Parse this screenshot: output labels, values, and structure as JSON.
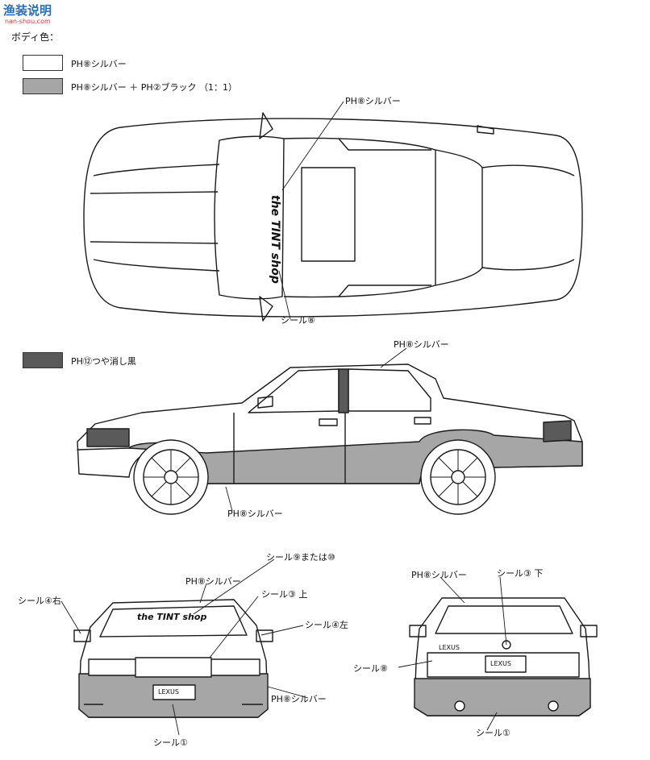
{
  "watermark": {
    "title": "渔装说明",
    "url": "nan-shou.com"
  },
  "header": {
    "body_color": "ボディ色："
  },
  "legend": {
    "item1": "PH⑧シルバー",
    "item2": "PH⑧シルバー ＋ PH②ブラック （1：1）",
    "item3": "PH⑫つや消し黒"
  },
  "top_view": {
    "silver": "PH⑧シルバー",
    "tint": "the TINT shop",
    "seal8": "シール⑧"
  },
  "side_view": {
    "silver_top": "PH⑧シルバー",
    "silver_bottom": "PH⑧シルバー"
  },
  "front_view": {
    "seal9_10": "シール⑨または⑩",
    "silver": "PH⑧シルバー",
    "seal4_right": "シール④右",
    "seal3_up": "シール③ 上",
    "seal4_left": "シール④左",
    "silver_bumper": "PH⑧シルバー",
    "seal1": "シール①",
    "plate": "LEXUS",
    "tint": "the TINT shop"
  },
  "rear_view": {
    "silver": "PH⑧シルバー",
    "seal3_down": "シール③ 下",
    "seal8": "シール⑧",
    "seal1": "シール①",
    "plate": "LEXUS",
    "badge": "LEXUS"
  },
  "colors": {
    "gray": "#a6a6a6",
    "dark": "#5a5a5a",
    "line": "#1a1a1a"
  }
}
